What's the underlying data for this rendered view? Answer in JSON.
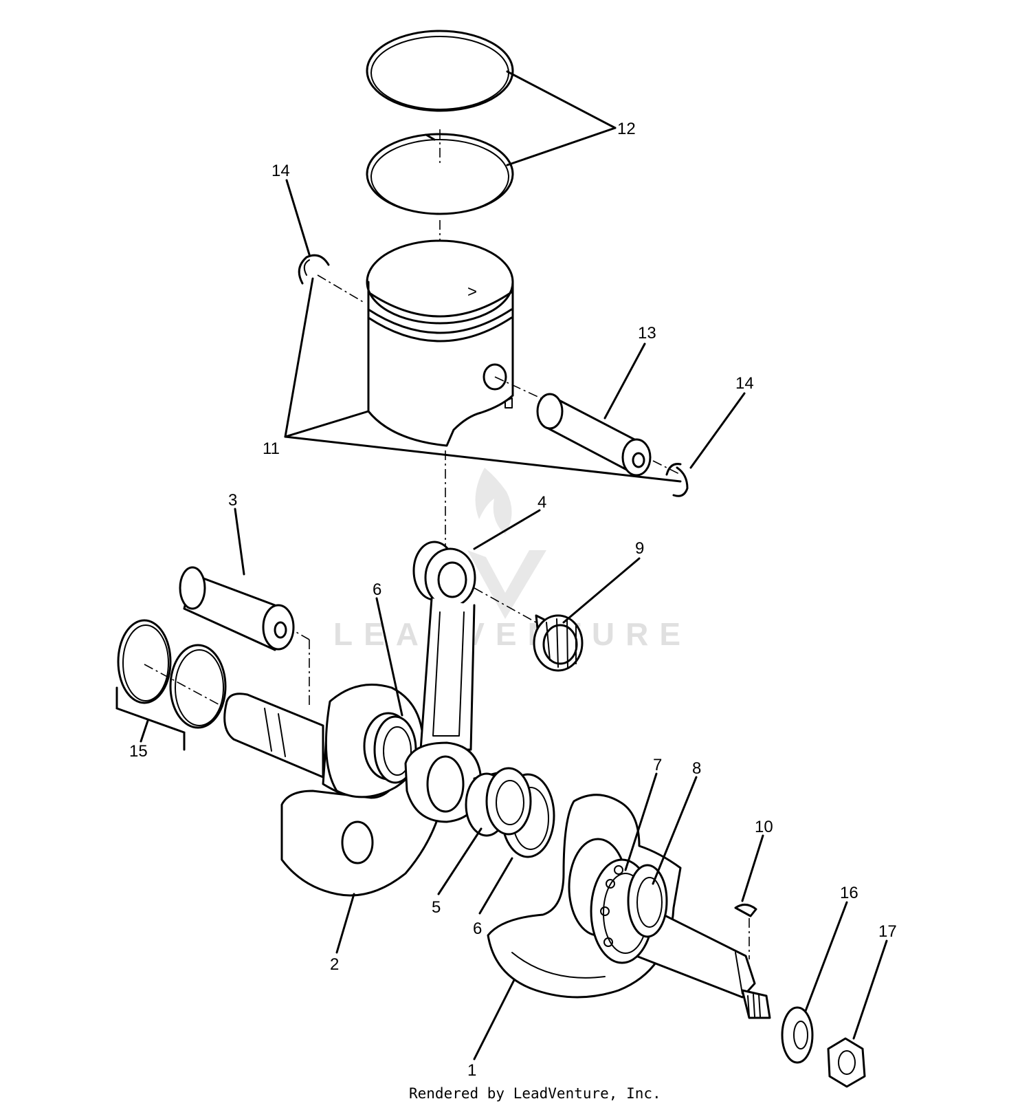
{
  "diagram": {
    "callouts": [
      {
        "id": "callout-1",
        "text": "1"
      },
      {
        "id": "callout-2",
        "text": "2"
      },
      {
        "id": "callout-3",
        "text": "3"
      },
      {
        "id": "callout-4",
        "text": "4"
      },
      {
        "id": "callout-5",
        "text": "5"
      },
      {
        "id": "callout-6a",
        "text": "6"
      },
      {
        "id": "callout-6b",
        "text": "6"
      },
      {
        "id": "callout-7",
        "text": "7"
      },
      {
        "id": "callout-8",
        "text": "8"
      },
      {
        "id": "callout-9",
        "text": "9"
      },
      {
        "id": "callout-10",
        "text": "10"
      },
      {
        "id": "callout-11",
        "text": "11"
      },
      {
        "id": "callout-12",
        "text": "12"
      },
      {
        "id": "callout-13",
        "text": "13"
      },
      {
        "id": "callout-14a",
        "text": "14"
      },
      {
        "id": "callout-14b",
        "text": "14"
      },
      {
        "id": "callout-15",
        "text": "15"
      },
      {
        "id": "callout-16",
        "text": "16"
      },
      {
        "id": "callout-17",
        "text": "17"
      }
    ],
    "watermark": "LEADVENTURE",
    "footer": "Rendered by LeadVenture, Inc."
  }
}
